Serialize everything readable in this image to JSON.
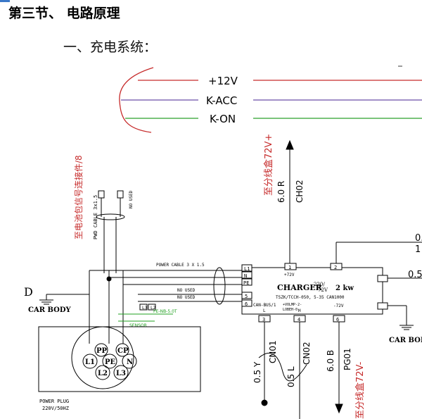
{
  "document": {
    "section_title": "第三节、 电路原理",
    "subsection_title": "一、充电系统："
  },
  "schematic": {
    "bus_lines": [
      {
        "label": "+12V",
        "color": "#c62a2a"
      },
      {
        "label": "K-ACC",
        "color": "#6b4ea8"
      },
      {
        "label": "K-ON",
        "color": "#2aa02a"
      }
    ],
    "labels": {
      "pdu_label": "至分线盒72V+",
      "ch02": "CH02",
      "wire_ch02": "6.0 R",
      "rear_label": "至电池包信号连接件/8",
      "pwd_cable": "PWD CABLE 3x1.5",
      "bottom_label": "至分线盒72V-",
      "pg01": "PG01",
      "wire_pg01": "6.0 B",
      "cn01": "CN01",
      "wire_cn01": "0.5 Y",
      "cn02": "CN02",
      "wire_cn02": "0.5 L",
      "right_top_1": "0.",
      "right_top_2": "1",
      "right_mid": "0.5"
    },
    "ground": {
      "d_label": "D",
      "car_body_left": "CAR BODY",
      "car_body_right": "CAR BODY"
    },
    "charger": {
      "title": "CHARGER",
      "rating_top": "220/",
      "rating_bottom": "72V",
      "power": "2 kw",
      "model": "TSZK/TCCH-050, 5-35 CAN1000",
      "can_line": "CAN-BUS/1",
      "volt_a": "+VOLMP-2-",
      "volt_b": "LOBEH-0-",
      "v72": "+72V",
      "v72b": "-72V",
      "pin_l": "L",
      "pin_h": "H"
    },
    "pins": {
      "l1": "L1",
      "n": "N",
      "pe": "PE",
      "p1": "1",
      "p2": "2",
      "p3": "3",
      "p4": "4",
      "p5": "5",
      "p6": "6",
      "l3": "L3",
      "l2": "L2"
    },
    "cables": {
      "power_cable": "POWER CABLE 3 X 1.5",
      "no_used_1": "NO USED",
      "no_used_2": "NO USED",
      "no_used_3": "NO USED",
      "pe_out": "PE-NB-5.0T",
      "green_small": "SENSOR"
    },
    "plug": {
      "pins": [
        "PP",
        "CP",
        "L1",
        "PE",
        "N",
        "L2",
        "L3"
      ],
      "label": "POWER PLUG",
      "spec": "220V/50HZ"
    }
  }
}
